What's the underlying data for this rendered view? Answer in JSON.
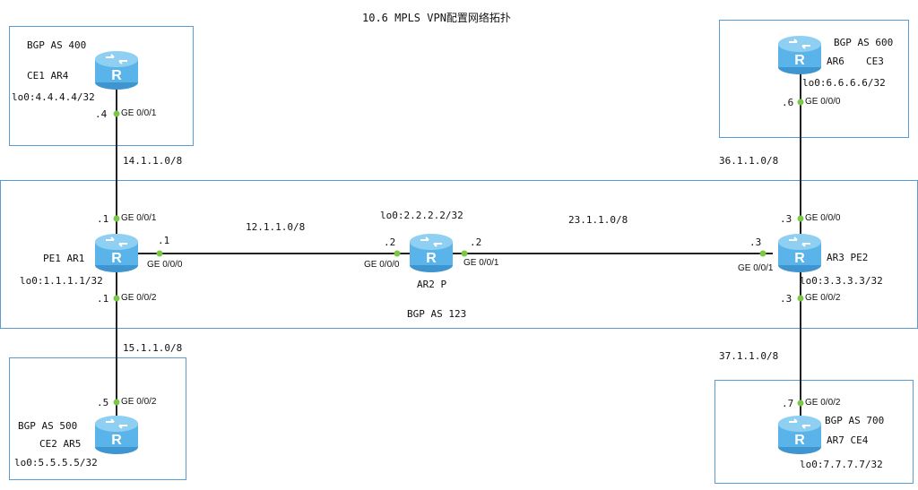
{
  "title": "10.6 MPLS VPN配置网络拓扑",
  "areas": {
    "as123": "BGP AS 123",
    "as400": "BGP AS 400",
    "as500": "BGP AS 500",
    "as600": "BGP AS 600",
    "as700": "BGP AS 700"
  },
  "routers": {
    "ar1": {
      "name": "PE1 AR1",
      "loopback": "lo0:1.1.1.1/32"
    },
    "ar2": {
      "name": "AR2 P",
      "loopback": "lo0:2.2.2.2/32"
    },
    "ar3": {
      "name": "AR3 PE2",
      "loopback": "lo0:3.3.3.3/32"
    },
    "ar4": {
      "name": "CE1 AR4",
      "loopback": "lo0:4.4.4.4/32"
    },
    "ar5": {
      "name": "CE2 AR5",
      "loopback": "lo0:5.5.5.5/32"
    },
    "ar6": {
      "name": "AR6",
      "role": "CE3",
      "loopback": "lo0:6.6.6.6/32"
    },
    "ar7": {
      "name": "AR7 CE4",
      "loopback": "lo0:7.7.7.7/32"
    }
  },
  "router_label": "R",
  "networks": {
    "n14": "14.1.1.0/8",
    "n12": "12.1.1.0/8",
    "n23": "23.1.1.0/8",
    "n15": "15.1.1.0/8",
    "n36": "36.1.1.0/8",
    "n37": "37.1.1.0/8"
  },
  "interfaces": {
    "ar4_port": "GE 0/0/1",
    "ar4_host": ".4",
    "ar1_up_port": "GE 0/0/1",
    "ar1_up_host": ".1",
    "ar1_right_port": "GE 0/0/0",
    "ar1_right_host": ".1",
    "ar1_down_port": "GE 0/0/2",
    "ar1_down_host": ".1",
    "ar2_left_port": "GE 0/0/0",
    "ar2_left_host": ".2",
    "ar2_right_port": "GE 0/0/1",
    "ar2_right_host": ".2",
    "ar3_left_port": "GE 0/0/1",
    "ar3_left_host": ".3",
    "ar3_up_port": "GE 0/0/0",
    "ar3_up_host": ".3",
    "ar3_down_port": "GE 0/0/2",
    "ar3_down_host": ".3",
    "ar5_port": "GE 0/0/2",
    "ar5_host": ".5",
    "ar6_port": "GE 0/0/0",
    "ar6_host": ".6",
    "ar7_port": "GE 0/0/2",
    "ar7_host": ".7"
  },
  "colors": {
    "area_border": "#5b9bd5",
    "link": "#222222",
    "port_dot": "#7ac943",
    "router_body": "#5ab4ea",
    "router_top": "#8fd0f2"
  }
}
